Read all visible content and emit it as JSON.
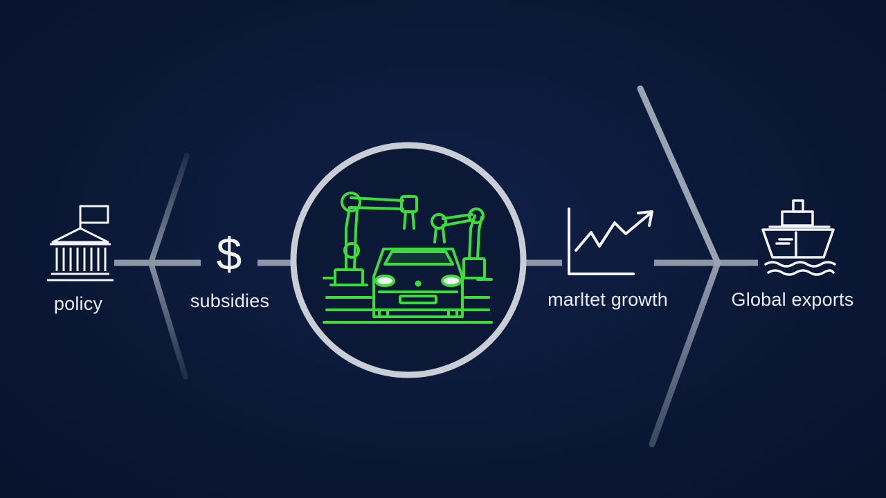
{
  "stages": [
    {
      "id": "policy",
      "label": "policy",
      "icon": "government-building-icon"
    },
    {
      "id": "subsidies",
      "label": "subsidies",
      "icon": "dollar-sign-icon"
    },
    {
      "id": "manufacturing",
      "label": "",
      "icon": "car-factory-robot-icon"
    },
    {
      "id": "market",
      "label": "marltet growth",
      "icon": "growth-chart-icon"
    },
    {
      "id": "exports",
      "label": "Global exports",
      "icon": "cargo-ship-icon"
    }
  ],
  "colors": {
    "background": "#0b1836",
    "line": "#8c96a6",
    "ring": "#c9ced6",
    "icon": "#f2f4f8",
    "accent": "#3ddc3d"
  }
}
